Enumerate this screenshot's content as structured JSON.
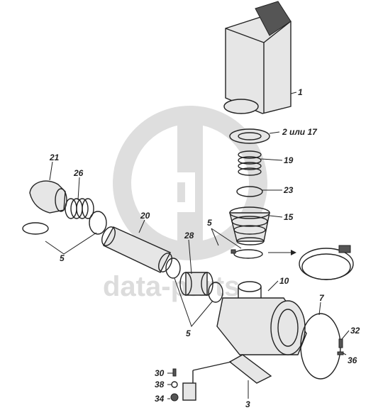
{
  "watermark": {
    "text": "data-parts"
  },
  "labels": [
    {
      "id": "1",
      "text": "1"
    },
    {
      "id": "2",
      "text": "2 или 17"
    },
    {
      "id": "19",
      "text": "19"
    },
    {
      "id": "23",
      "text": "23"
    },
    {
      "id": "15",
      "text": "15"
    },
    {
      "id": "5a",
      "text": "5"
    },
    {
      "id": "5b",
      "text": "5"
    },
    {
      "id": "5c",
      "text": "5"
    },
    {
      "id": "21",
      "text": "21"
    },
    {
      "id": "26",
      "text": "26"
    },
    {
      "id": "20",
      "text": "20"
    },
    {
      "id": "28",
      "text": "28"
    },
    {
      "id": "10",
      "text": "10"
    },
    {
      "id": "7",
      "text": "7"
    },
    {
      "id": "32",
      "text": "32"
    },
    {
      "id": "36",
      "text": "36"
    },
    {
      "id": "30",
      "text": "30"
    },
    {
      "id": "38",
      "text": "38"
    },
    {
      "id": "34",
      "text": "34"
    },
    {
      "id": "3",
      "text": "3"
    }
  ]
}
